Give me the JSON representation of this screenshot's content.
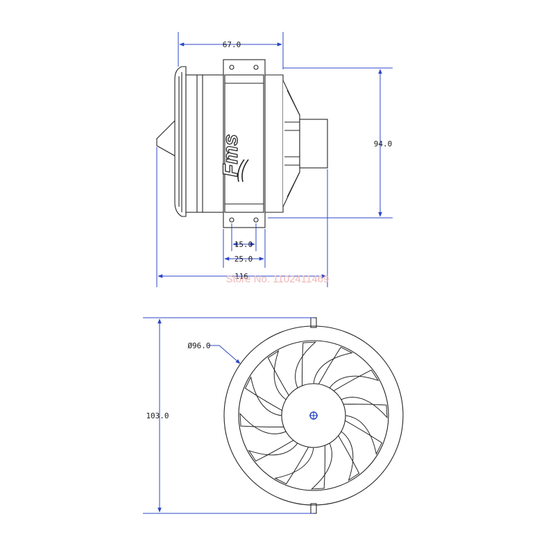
{
  "diagram": {
    "side_view": {
      "brand_logo": "Fms",
      "dimensions": {
        "top_width": "67.0",
        "height": "94.0",
        "mount_hole_spacing": "15.0",
        "mount_plate_width": "25.0",
        "overall_length": "116"
      }
    },
    "front_view": {
      "dimensions": {
        "fan_diameter": "Ø96.0",
        "overall_height": "103.0"
      },
      "blade_count": 12
    },
    "watermark": "Store No. 1102411469"
  },
  "colors": {
    "line": "#222222",
    "dimension": "#2b45c8",
    "hub_center": "#2b45c8",
    "watermark": "#f0b8b8"
  }
}
